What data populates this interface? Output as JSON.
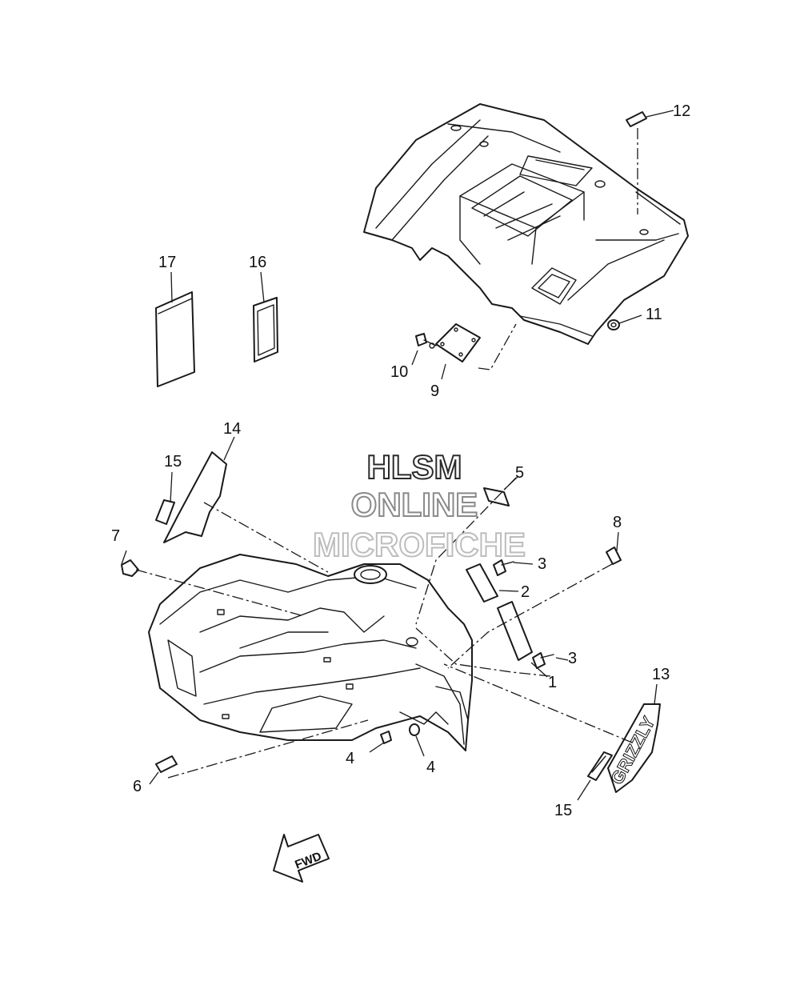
{
  "watermark": {
    "line1": "HLSM",
    "line2": "ONLINE",
    "line3": "MICROFICHE"
  },
  "direction_badge": "FWD",
  "emblem_text": "GRIZZLY",
  "callouts": [
    {
      "id": "1",
      "label": "1"
    },
    {
      "id": "2",
      "label": "2"
    },
    {
      "id": "3a",
      "label": "3"
    },
    {
      "id": "3b",
      "label": "3"
    },
    {
      "id": "4a",
      "label": "4"
    },
    {
      "id": "4b",
      "label": "4"
    },
    {
      "id": "5",
      "label": "5"
    },
    {
      "id": "6",
      "label": "6"
    },
    {
      "id": "7",
      "label": "7"
    },
    {
      "id": "8",
      "label": "8"
    },
    {
      "id": "9",
      "label": "9"
    },
    {
      "id": "10",
      "label": "10"
    },
    {
      "id": "11",
      "label": "11"
    },
    {
      "id": "12",
      "label": "12"
    },
    {
      "id": "13",
      "label": "13"
    },
    {
      "id": "14",
      "label": "14"
    },
    {
      "id": "15a",
      "label": "15"
    },
    {
      "id": "15b",
      "label": "15"
    },
    {
      "id": "16",
      "label": "16"
    },
    {
      "id": "17",
      "label": "17"
    }
  ],
  "colors": {
    "line": "#1a1a1a",
    "watermark_dark": "#2b2b2b",
    "watermark_mid": "#8a8a8a",
    "watermark_light": "#bdbdbd"
  }
}
